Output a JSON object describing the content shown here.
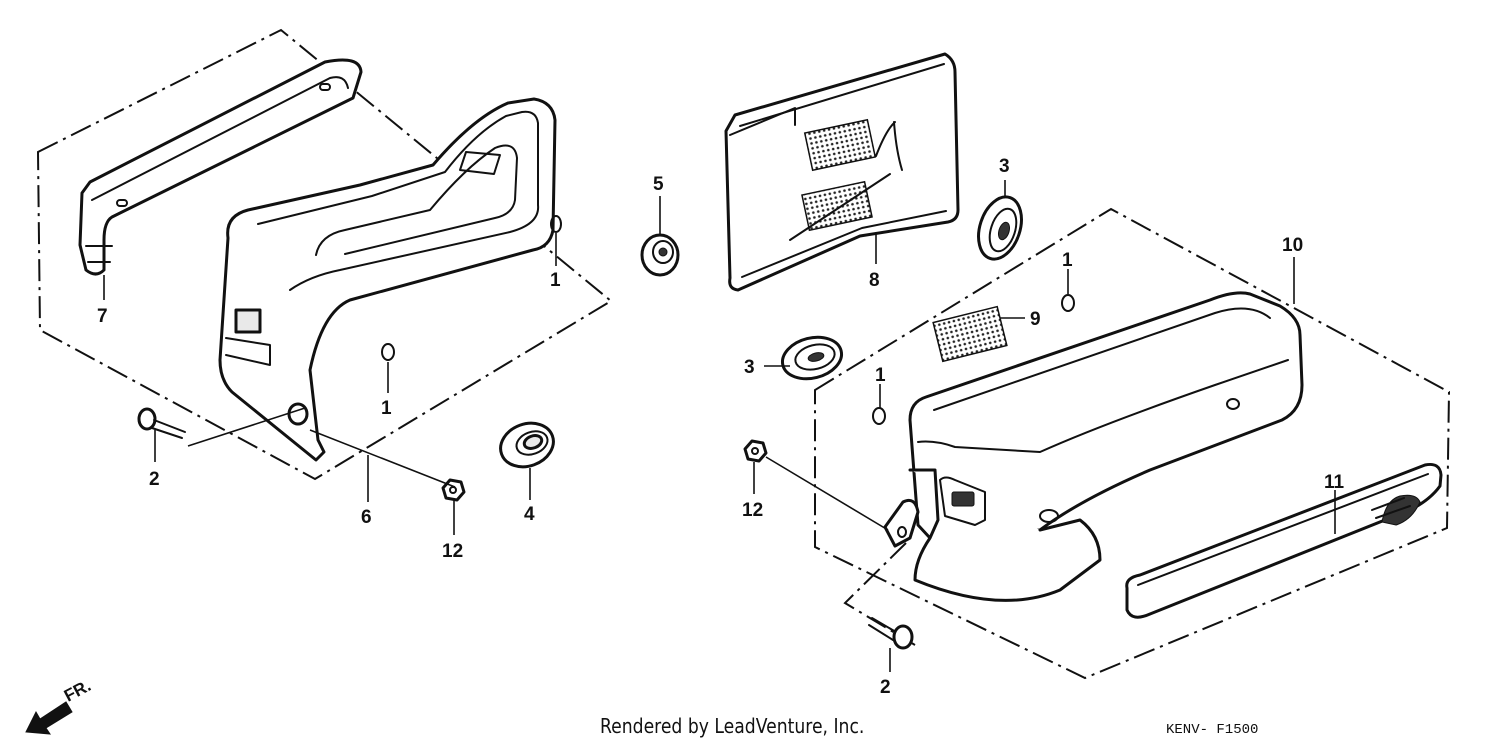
{
  "callouts": [
    "1",
    "1",
    "1",
    "1",
    "2",
    "2",
    "3",
    "3",
    "4",
    "5",
    "6",
    "7",
    "8",
    "9",
    "10",
    "11",
    "12",
    "12"
  ],
  "front_indicator": {
    "label": "FR.",
    "icon": "front-arrow-icon"
  },
  "footer": {
    "credit": "Rendered by LeadVenture, Inc.",
    "diagram_code": "KENV- F1500"
  }
}
